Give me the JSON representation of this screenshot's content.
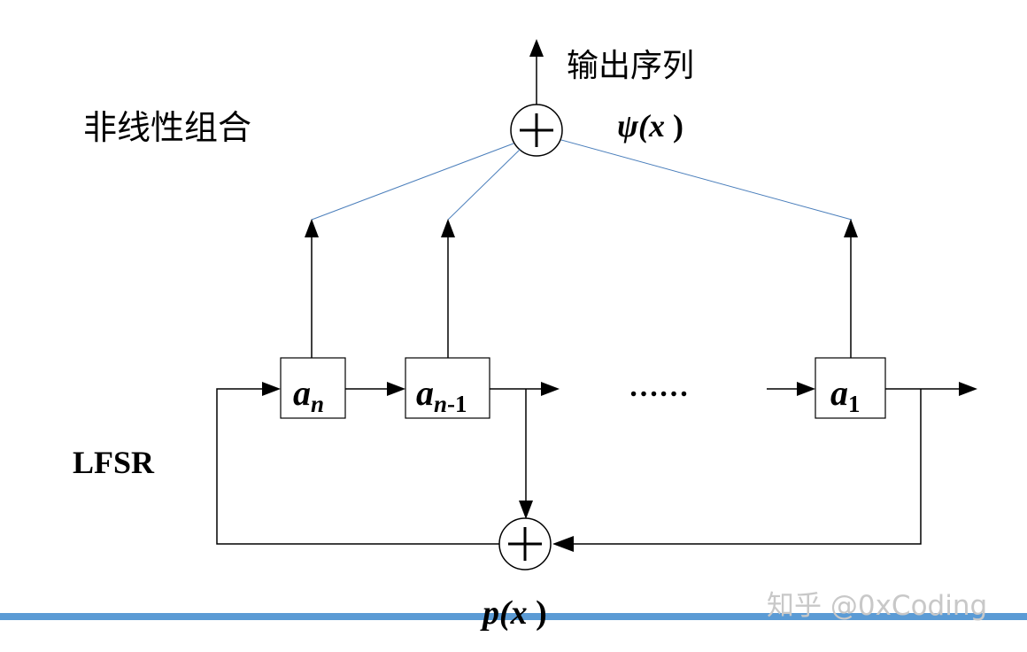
{
  "labels": {
    "output_sequence": "输出序列",
    "nonlinear_combination": "非线性组合",
    "psi_function": {
      "symbol": "ψ",
      "open": "(",
      "var": "x",
      "close": " )"
    },
    "lfsr": "LFSR",
    "ellipsis": "……",
    "feedback_poly": {
      "symbol": "p",
      "open": "(",
      "var": "x",
      "close": " )"
    }
  },
  "registers": [
    {
      "main": "a",
      "sub": "n",
      "sub_suffix": ""
    },
    {
      "main": "a",
      "sub": "n",
      "sub_suffix": "-1"
    },
    {
      "main": "a",
      "sub": "",
      "sub_suffix": "1"
    }
  ],
  "watermark": "知乎 @0xCoding",
  "colors": {
    "line": "#000000",
    "combination_line": "#4a7ebb",
    "bottom_bar": "#5b9bd5",
    "watermark": "#c8c8c8"
  }
}
